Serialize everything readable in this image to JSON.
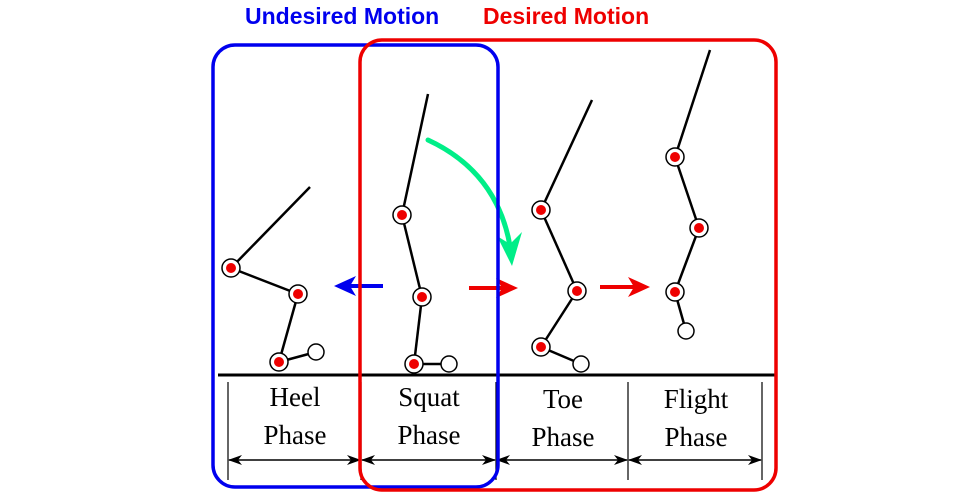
{
  "header": {
    "undesired_label": "Undesired Motion",
    "desired_label": "Desired Motion"
  },
  "phases": [
    {
      "line1": "Heel",
      "line2": "Phase"
    },
    {
      "line1": "Squat",
      "line2": "Phase"
    },
    {
      "line1": "Toe",
      "line2": "Phase"
    },
    {
      "line1": "Flight",
      "line2": "Phase"
    }
  ],
  "colors": {
    "undesired": "#0000ee",
    "desired": "#ee0000",
    "joint_fill": "#ee0000",
    "transition_arrow": "#00ee88",
    "line": "#000000"
  }
}
